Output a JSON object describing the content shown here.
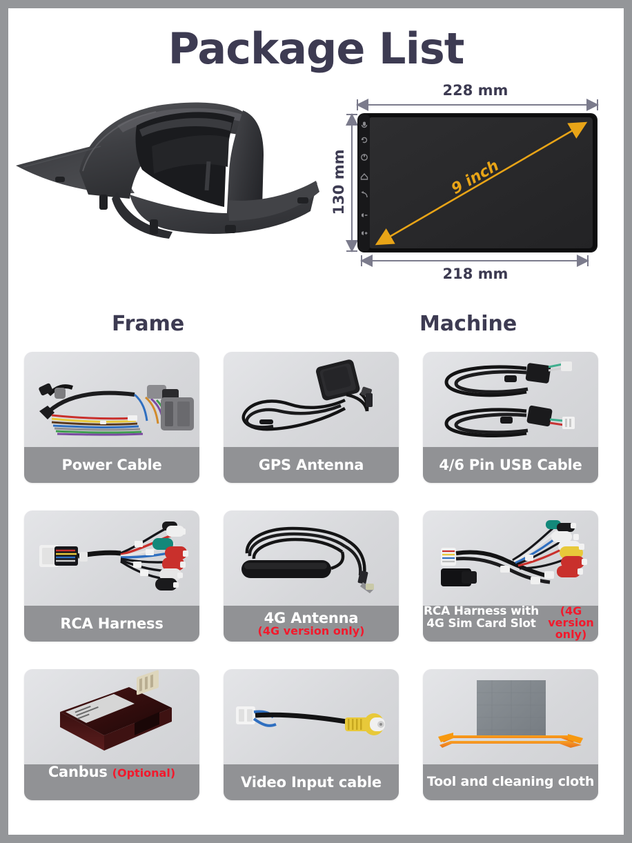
{
  "page": {
    "title": "Package List",
    "border_color": "#949699",
    "background": "#ffffff",
    "title_color": "#3d3b52",
    "label_bar_color": "#919295",
    "accent_red": "#f2192c",
    "accent_gold": "#e8a417"
  },
  "hero": {
    "frame": {
      "caption": "Frame",
      "icon": "dashboard-frame-illustration"
    },
    "machine": {
      "caption": "Machine",
      "icon": "car-head-unit-illustration",
      "dimensions": {
        "top_width": "228 mm",
        "bottom_width": "218 mm",
        "height": "130 mm",
        "diagonal": "9 inch"
      },
      "side_buttons": [
        "mic-icon",
        "reset-icon",
        "power-icon",
        "home-icon",
        "back-icon",
        "volume-down-icon",
        "volume-up-icon"
      ]
    }
  },
  "cards": [
    {
      "id": "power-cable",
      "label": "Power Cable",
      "note": "",
      "note_inline": false,
      "icon": "power-cable-photo"
    },
    {
      "id": "gps-antenna",
      "label": "GPS Antenna",
      "note": "",
      "note_inline": false,
      "icon": "gps-antenna-photo"
    },
    {
      "id": "usb-cable",
      "label": "4/6 Pin USB Cable",
      "note": "",
      "note_inline": false,
      "icon": "usb-cable-photo"
    },
    {
      "id": "rca-harness",
      "label": "RCA Harness",
      "note": "",
      "note_inline": false,
      "icon": "rca-harness-photo"
    },
    {
      "id": "4g-antenna",
      "label": "4G Antenna",
      "note": "(4G version only)",
      "note_inline": false,
      "icon": "4g-antenna-photo"
    },
    {
      "id": "rca-harness-4g-sim",
      "label": "RCA Harness with 4G Sim Card Slot",
      "note": "(4G version only)",
      "note_inline": true,
      "icon": "rca-harness-4g-sim-photo"
    },
    {
      "id": "canbus",
      "label": "Canbus",
      "note": "(Optional)",
      "note_inline": true,
      "icon": "canbus-box-photo"
    },
    {
      "id": "video-input-cable",
      "label": "Video Input cable",
      "note": "",
      "note_inline": false,
      "icon": "video-input-cable-photo"
    },
    {
      "id": "tool-cleaning-cloth",
      "label": "Tool and cleaning cloth",
      "note": "",
      "note_inline": false,
      "icon": "tool-and-cloth-photo"
    }
  ]
}
